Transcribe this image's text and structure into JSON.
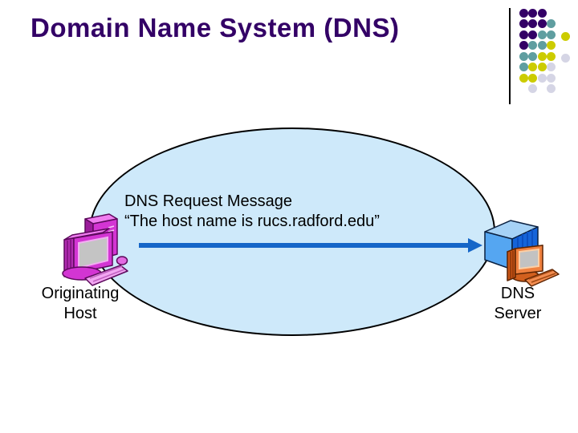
{
  "slide": {
    "title": "Domain Name System (DNS)"
  },
  "colors": {
    "background": "#FFFFFF",
    "title": "#330066",
    "body_text": "#000000",
    "ellipse_fill": "#CEE9FA",
    "ellipse_stroke": "#000000",
    "arrow": "#1566C8",
    "divider_line": "#000000"
  },
  "decoration": {
    "dot_colors": {
      "P": "#330066",
      "T": "#5F9EA0",
      "Y": "#CCCC00",
      "G": "#D5D5E5"
    },
    "dots": [
      [
        652,
        16,
        "P"
      ],
      [
        663.5,
        16,
        "P"
      ],
      [
        675,
        16,
        "P"
      ],
      [
        652,
        29.5,
        "P"
      ],
      [
        663.5,
        29.5,
        "P"
      ],
      [
        675,
        29.5,
        "P"
      ],
      [
        686.5,
        29.5,
        "T"
      ],
      [
        652,
        43,
        "P"
      ],
      [
        663.5,
        43,
        "P"
      ],
      [
        675,
        43,
        "T"
      ],
      [
        686.5,
        43,
        "T"
      ],
      [
        704,
        45,
        "Y"
      ],
      [
        652,
        56.5,
        "P"
      ],
      [
        663.5,
        56.5,
        "T"
      ],
      [
        675,
        56.5,
        "T"
      ],
      [
        686.5,
        56.5,
        "Y"
      ],
      [
        652,
        70,
        "T"
      ],
      [
        663.5,
        70,
        "T"
      ],
      [
        675,
        70,
        "Y"
      ],
      [
        686.5,
        70,
        "Y"
      ],
      [
        704,
        72,
        "G"
      ],
      [
        652,
        83.5,
        "T"
      ],
      [
        663.5,
        83.5,
        "Y"
      ],
      [
        675,
        83.5,
        "Y"
      ],
      [
        686.5,
        83.5,
        "G"
      ],
      [
        652,
        97,
        "Y"
      ],
      [
        663.5,
        97,
        "Y"
      ],
      [
        675,
        97,
        "G"
      ],
      [
        686.5,
        97,
        "G"
      ],
      [
        663.5,
        110,
        "G"
      ],
      [
        686.5,
        110,
        "G"
      ]
    ]
  },
  "diagram": {
    "message": {
      "line1": "DNS Request Message",
      "line2": "“The host name is rucs.radford.edu”"
    },
    "left_label": {
      "line1": "Originating",
      "line2": "Host"
    },
    "right_label": {
      "line1": "DNS",
      "line2": "Server"
    }
  },
  "icons": {
    "left": "desktop-computer-icon",
    "right": "server-tower-icon"
  }
}
